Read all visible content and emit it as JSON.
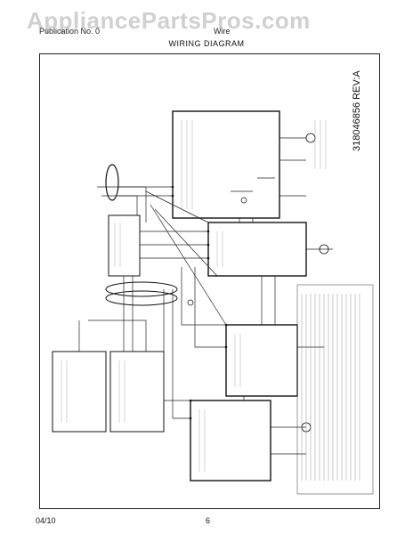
{
  "watermark": "AppliancePartsPros.com",
  "header": {
    "left": "Publication No. 0",
    "right": "Wire"
  },
  "title": "WIRING DIAGRAM",
  "part_no": "318046856 REV:A",
  "footer": {
    "date": "04/10",
    "page": "6"
  }
}
